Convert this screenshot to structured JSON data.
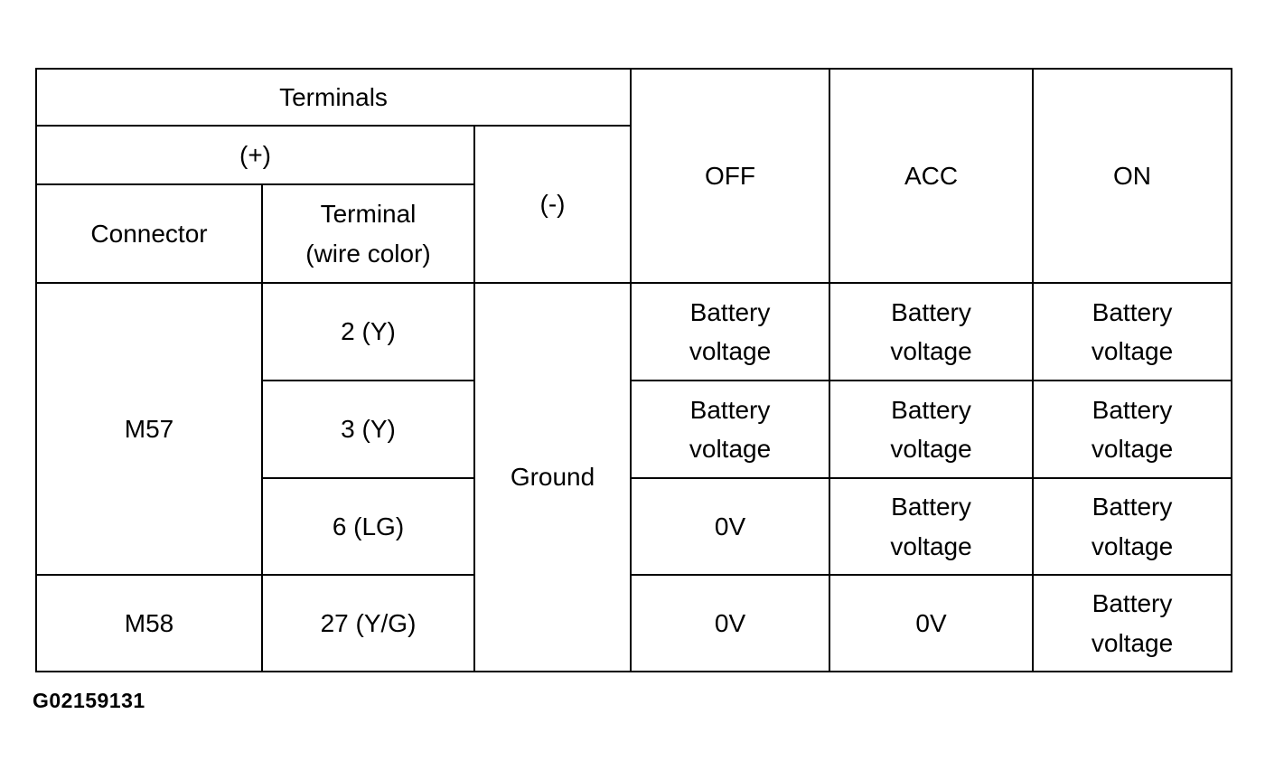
{
  "figure_id": "G02159131",
  "colors": {
    "background": "#ffffff",
    "line": "#000000",
    "text": "#000000"
  },
  "table": {
    "header": {
      "terminals": "Terminals",
      "plus": "(+)",
      "minus": "(-)",
      "connector": "Connector",
      "terminal_wire_color": "Terminal\n(wire color)",
      "off": "OFF",
      "acc": "ACC",
      "on": "ON"
    },
    "rows": [
      {
        "connector": "M57",
        "terminal": "2 (Y)",
        "minus": "Ground",
        "off": "Battery\nvoltage",
        "acc": "Battery\nvoltage",
        "on": "Battery\nvoltage"
      },
      {
        "terminal": "3 (Y)",
        "off": "Battery\nvoltage",
        "acc": "Battery\nvoltage",
        "on": "Battery\nvoltage"
      },
      {
        "terminal": "6 (LG)",
        "off": "0V",
        "acc": "Battery\nvoltage",
        "on": "Battery\nvoltage"
      },
      {
        "connector": "M58",
        "terminal": "27 (Y/G)",
        "off": "0V",
        "acc": "0V",
        "on": "Battery\nvoltage"
      }
    ]
  }
}
